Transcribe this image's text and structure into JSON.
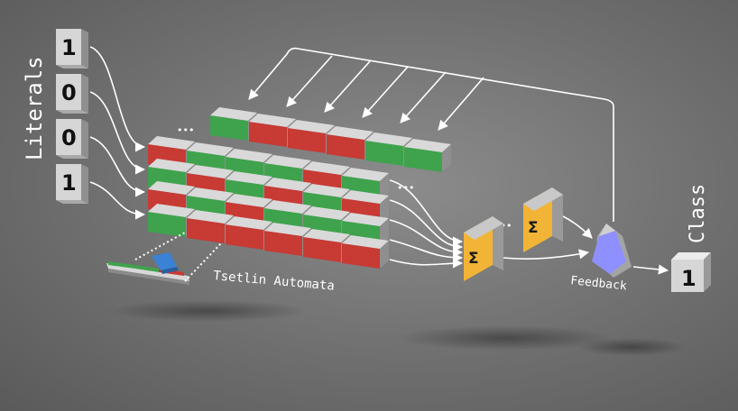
{
  "labels": {
    "literals": "Literals",
    "class_axis": "Class",
    "automata": "Tsetlin Automata",
    "feedback": "Feedback"
  },
  "literals": [
    "1",
    "0",
    "0",
    "1"
  ],
  "class_output": "1",
  "sum_symbol": "Σ",
  "ellipsis": "•••",
  "colors": {
    "background": "#7a7a7a",
    "block_top": "#d9d9d9",
    "block_side": "#8f8f8f",
    "include_green": "#3fa34d",
    "exclude_red": "#c83a34",
    "sum_unit": "#f2b437",
    "feedback_unit": "#8e90ff",
    "box_face": "#d6d6d6",
    "arrow": "#ffffff"
  },
  "automata_grid": {
    "back_layer_top_row": [
      "green",
      "red",
      "red",
      "red",
      "green",
      "green"
    ],
    "front_layer": [
      [
        "red",
        "green",
        "green",
        "green",
        "red",
        "green"
      ],
      [
        "green",
        "red",
        "green",
        "red",
        "green",
        "red"
      ],
      [
        "red",
        "green",
        "red",
        "green",
        "green",
        "green"
      ],
      [
        "green",
        "red",
        "red",
        "red",
        "red",
        "red"
      ]
    ]
  }
}
